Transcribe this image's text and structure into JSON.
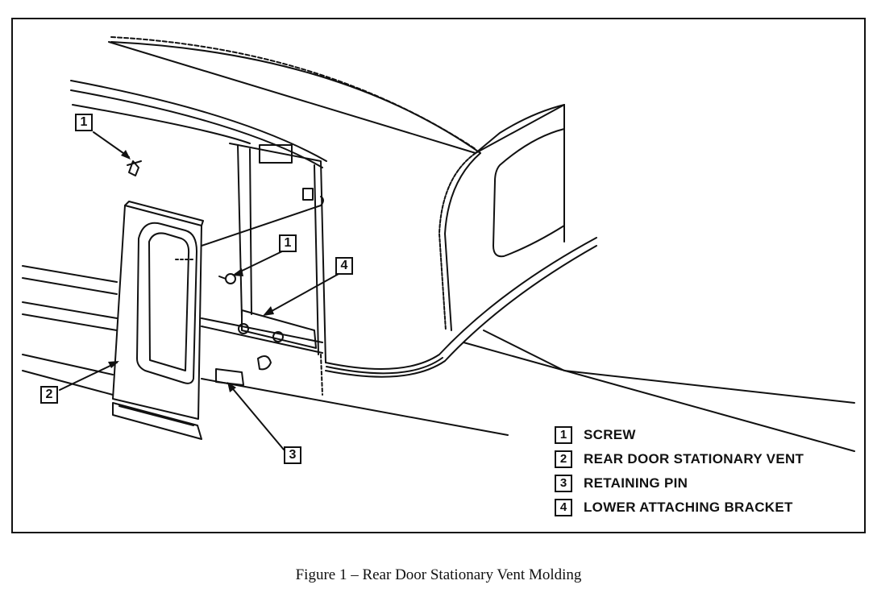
{
  "callouts": {
    "c1_upper": "1",
    "c1_mid": "1",
    "c2": "2",
    "c3": "3",
    "c4": "4"
  },
  "legend": [
    {
      "num": "1",
      "label": "SCREW"
    },
    {
      "num": "2",
      "label": "REAR DOOR STATIONARY VENT"
    },
    {
      "num": "3",
      "label": "RETAINING PIN"
    },
    {
      "num": "4",
      "label": "LOWER ATTACHING BRACKET"
    }
  ],
  "caption": {
    "number": "Figure 1",
    "separator": " – ",
    "title": "Rear Door Stationary Vent Molding"
  }
}
